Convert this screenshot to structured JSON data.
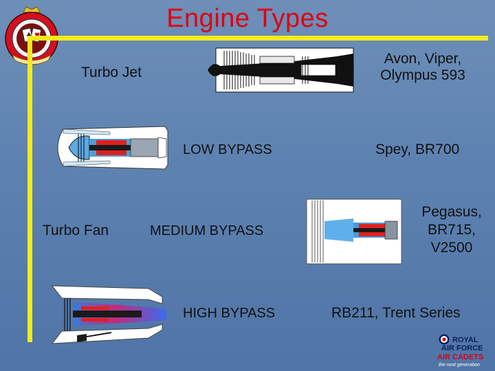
{
  "slide": {
    "title": "Engine Types",
    "labels": {
      "turbo_jet": "Turbo Jet",
      "turbo_fan": "Turbo Fan",
      "low_bypass": "LOW BYPASS",
      "medium_bypass": "MEDIUM BYPASS",
      "high_bypass": "HIGH BYPASS"
    },
    "examples": {
      "turbo_jet": [
        "Avon,  Viper,",
        "Olympus 593"
      ],
      "low_bypass": "Spey,  BR700",
      "medium_bypass": [
        "Pegasus,",
        "BR715,",
        "V2500"
      ],
      "high_bypass": "RB211,  Trent Series"
    }
  },
  "logo": {
    "line1": "ROYAL",
    "line2": "AIR FORCE",
    "line3": "AIR CADETS",
    "tagline": "the next generation"
  },
  "colors": {
    "background": "#5f83b1",
    "accent_bar": "#f4ea1a",
    "title": "#e00010",
    "logo_red": "#d4001a",
    "logo_navy": "#0b1f5c"
  },
  "icons": {
    "badge": "squadron-crest-icon",
    "roundel": "raf-roundel-icon"
  }
}
